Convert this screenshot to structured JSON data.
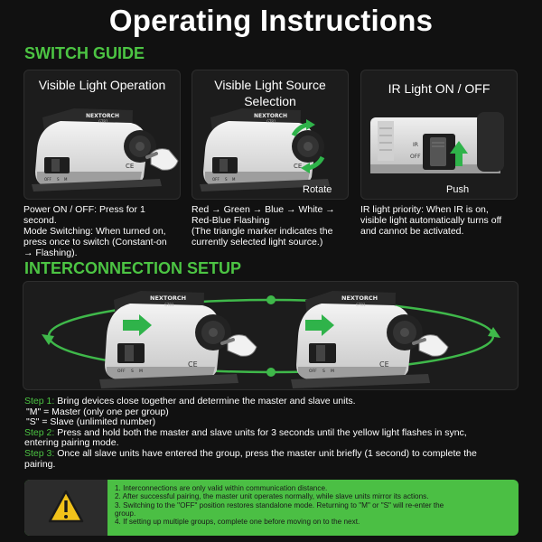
{
  "title": "Operating Instructions",
  "switch_guide": {
    "heading": "SWITCH GUIDE",
    "cards": [
      {
        "title": "Visible Light Operation",
        "device_brand": "NEXTORCH",
        "device_model": "GT81",
        "switch_labels": [
          "OFF",
          "S",
          "M"
        ],
        "description": [
          "Power ON / OFF: Press for 1",
          "second.",
          "Mode Switching: When turned on,",
          "press once to switch (Constant-on",
          "→ Flashing)."
        ]
      },
      {
        "title_lines": [
          "Visible Light Source",
          "Selection"
        ],
        "device_brand": "NEXTORCH",
        "device_model": "GT81",
        "switch_labels": [
          "OFF",
          "S",
          "M"
        ],
        "overlay_label": "Rotate",
        "description": [
          "Red → Green → Blue → White →",
          "Red-Blue Flashing",
          "(The triangle marker indicates the",
          "currently selected light source.)"
        ]
      },
      {
        "title": "IR Light ON / OFF",
        "switch_labels": [
          "IR",
          "OFF"
        ],
        "overlay_label": "Push",
        "description": [
          "IR light priority: When IR is on,",
          "visible light automatically turns off",
          "and cannot be activated."
        ]
      }
    ]
  },
  "interconnection": {
    "heading": "INTERCONNECTION SETUP",
    "device_brand": "NEXTORCH",
    "device_model": "GT81",
    "switch_labels": [
      "OFF",
      "S",
      "M"
    ],
    "steps": [
      {
        "label": "Step 1:",
        "lines": [
          "Bring devices close together and determine the master and slave units.",
          "\"M\" = Master (only one per group)",
          "\"S\" = Slave (unlimited number)"
        ]
      },
      {
        "label": "Step 2:",
        "lines": [
          "Press and hold both the master and slave units for 3 seconds until the yellow light flashes in sync,",
          "entering pairing mode."
        ]
      },
      {
        "label": "Step 3:",
        "lines": [
          "Once all slave units have entered the group, press the master unit briefly (1 second) to complete the",
          "pairing."
        ]
      }
    ]
  },
  "notice": {
    "icon": "warning-icon",
    "items": [
      "1. Interconnections are only valid within communication distance.",
      "2. After successful pairing, the master unit operates normally, while slave units mirror its actions.",
      "3. Switching to the \"OFF\" position restores standalone mode. Returning to \"M\" or \"S\" will re-enter the",
      "group.",
      "4. If setting up multiple groups, complete one before moving on to the next."
    ]
  },
  "colors": {
    "accent": "#4cc443",
    "notice_bg": "#4bbf44",
    "background": "#111111",
    "card_bg": "#1c1c1c"
  }
}
